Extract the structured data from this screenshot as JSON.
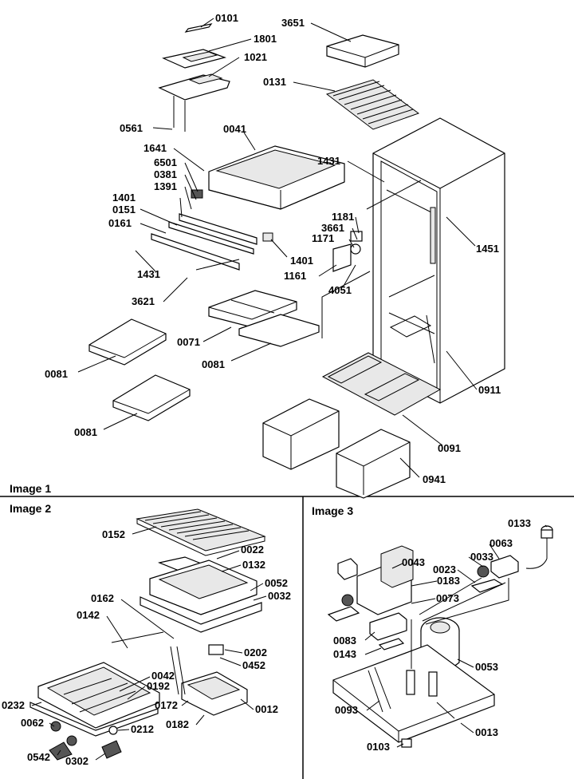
{
  "panels": {
    "image1": "Image 1",
    "image2": "Image 2",
    "image3": "Image 3"
  },
  "labels": {
    "p0101": "0101",
    "p1801": "1801",
    "p1021": "1021",
    "p3651": "3651",
    "p0131": "0131",
    "p0561": "0561",
    "p0041": "0041",
    "p1641": "1641",
    "p6501": "6501",
    "p0381": "0381",
    "p1391": "1391",
    "p1401a": "1401",
    "p0151": "0151",
    "p0161": "0161",
    "p1431a": "1431",
    "p1431b": "1431",
    "p1181": "1181",
    "p3661": "3661",
    "p1171": "1171",
    "p1451": "1451",
    "p1401b": "1401",
    "p1161": "1161",
    "p4051": "4051",
    "p3621": "3621",
    "p0071": "0071",
    "p0081a": "0081",
    "p0081b": "0081",
    "p0081c": "0081",
    "p0911": "0911",
    "p0091": "0091",
    "p0941": "0941",
    "p0152": "0152",
    "p0022": "0022",
    "p0132": "0132",
    "p0052": "0052",
    "p0032": "0032",
    "p0162": "0162",
    "p0142": "0142",
    "p0202": "0202",
    "p0452": "0452",
    "p0042": "0042",
    "p0192": "0192",
    "p0232": "0232",
    "p0062": "0062",
    "p0172": "0172",
    "p0012": "0012",
    "p0212": "0212",
    "p0182": "0182",
    "p0542": "0542",
    "p0302": "0302",
    "p0133": "0133",
    "p0043": "0043",
    "p0063": "0063",
    "p0033": "0033",
    "p0023": "0023",
    "p0183": "0183",
    "p0073": "0073",
    "p0083": "0083",
    "p0143": "0143",
    "p0053": "0053",
    "p0093": "0093",
    "p0013": "0013",
    "p0103": "0103"
  }
}
